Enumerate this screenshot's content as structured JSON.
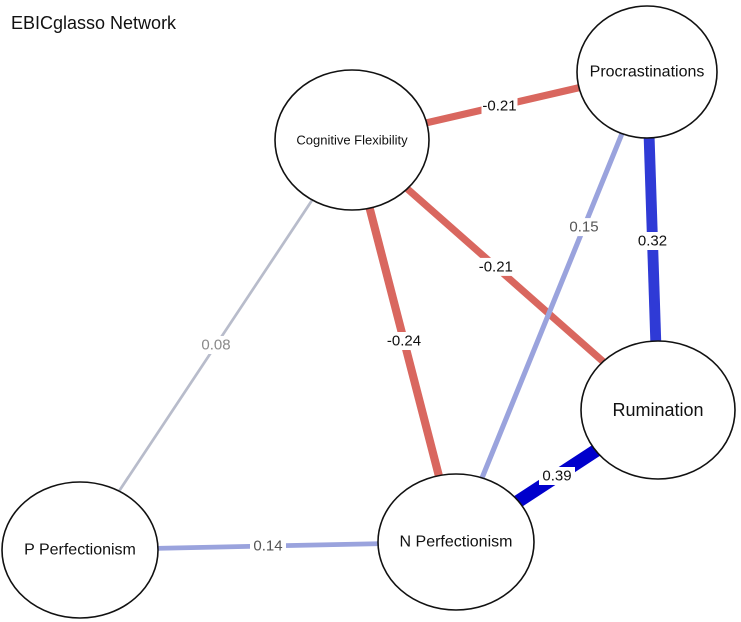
{
  "title": "EBICglasso Network",
  "chart_data": {
    "type": "network",
    "title": "EBICglasso Network",
    "nodes": [
      {
        "id": "cf",
        "label": "Cognitive Flexibility"
      },
      {
        "id": "pr",
        "label": "Procrastinations"
      },
      {
        "id": "ru",
        "label": "Rumination"
      },
      {
        "id": "np",
        "label": "N Perfectionism"
      },
      {
        "id": "pp",
        "label": "P Perfectionism"
      }
    ],
    "edges": [
      {
        "from": "cf",
        "to": "pr",
        "weight": -0.21,
        "label": "-0.21"
      },
      {
        "from": "cf",
        "to": "ru",
        "weight": -0.21,
        "label": "-0.21"
      },
      {
        "from": "cf",
        "to": "np",
        "weight": -0.24,
        "label": "-0.24"
      },
      {
        "from": "cf",
        "to": "pp",
        "weight": 0.08,
        "label": "0.08"
      },
      {
        "from": "pr",
        "to": "ru",
        "weight": 0.32,
        "label": "0.32"
      },
      {
        "from": "pr",
        "to": "np",
        "weight": 0.15,
        "label": "0.15"
      },
      {
        "from": "ru",
        "to": "np",
        "weight": 0.39,
        "label": "0.39"
      },
      {
        "from": "pp",
        "to": "np",
        "weight": 0.14,
        "label": "0.14"
      }
    ],
    "colors": {
      "negative": "#d9675f",
      "positive_weak": "#9aa3dd",
      "positive_mid": "#2f3ad6",
      "positive_strong": "#0000cc",
      "faint": "#b8bccb"
    }
  }
}
